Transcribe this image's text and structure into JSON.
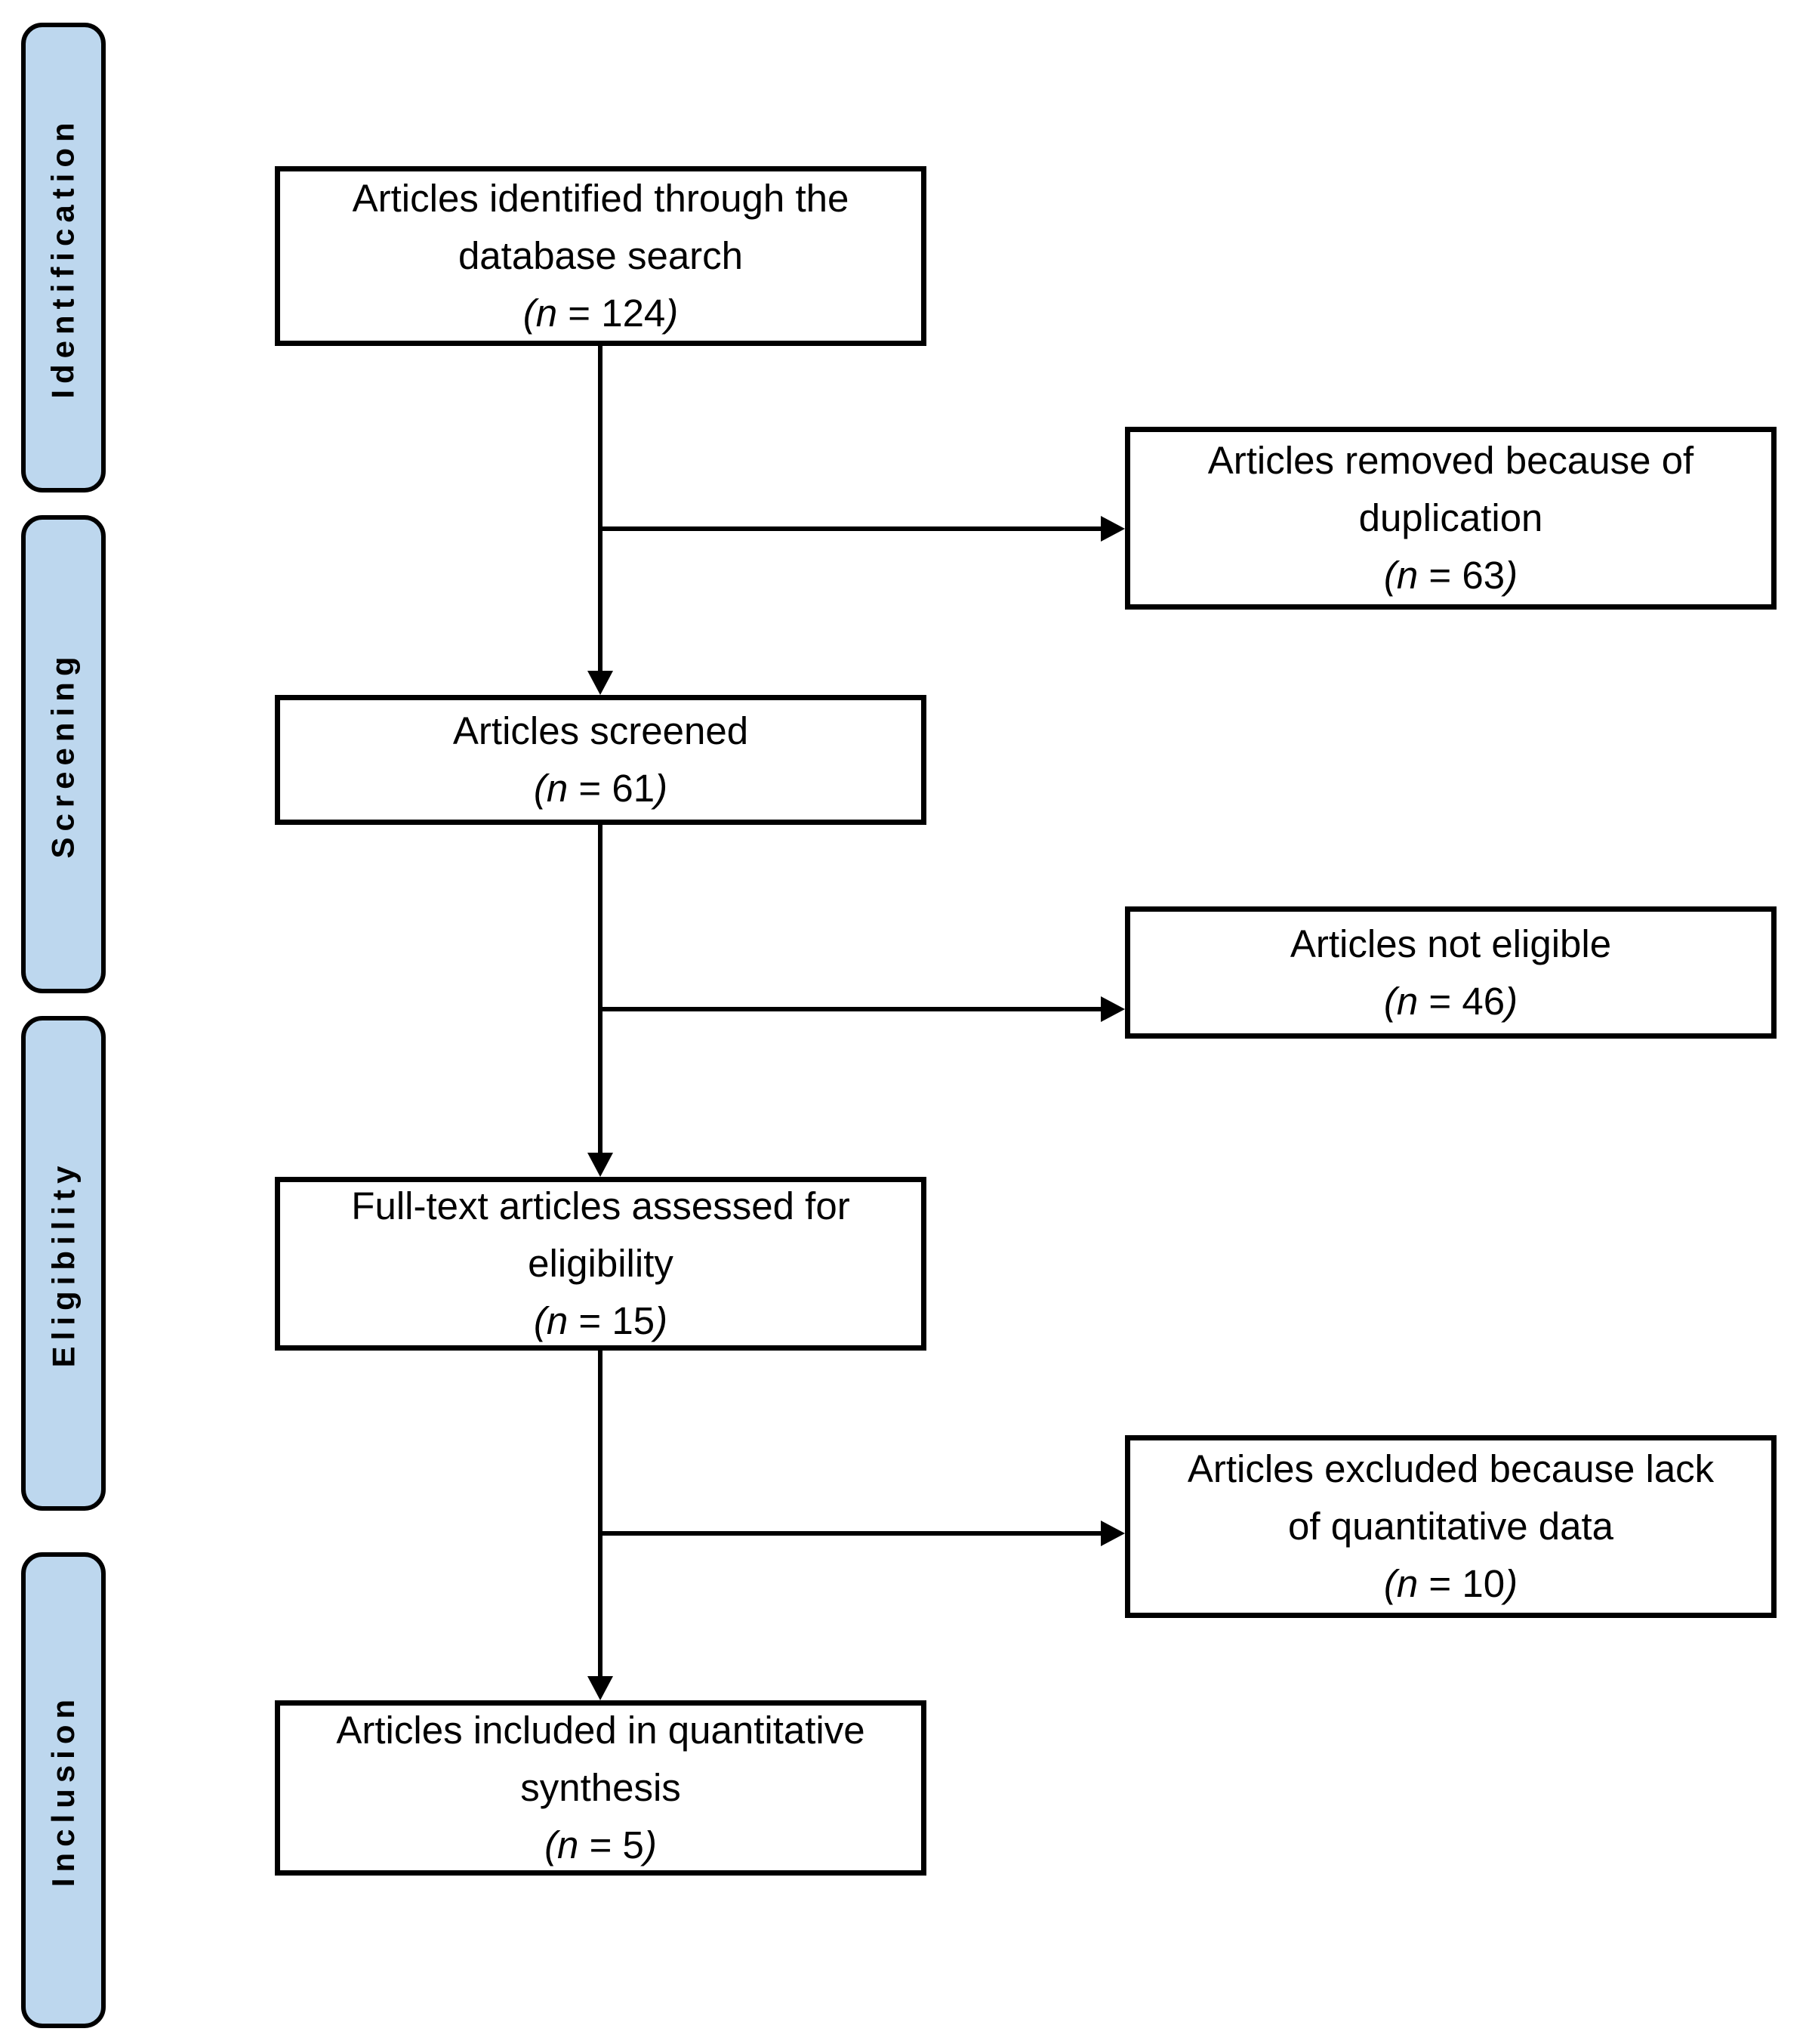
{
  "colors": {
    "background": "#FFFFFF",
    "stage_tab_fill": "#BDD7EE",
    "border": "#000000",
    "text": "#000000"
  },
  "stages": [
    {
      "label": "Identification"
    },
    {
      "label": "Screening"
    },
    {
      "label": "Eligibility"
    },
    {
      "label": "Inclusion"
    }
  ],
  "flow": {
    "identified": {
      "lines": [
        "Articles identified through the",
        "database search"
      ],
      "count": {
        "open": "(n",
        "rest": " = 124",
        "close": ")"
      }
    },
    "removed_duplication": {
      "lines": [
        "Articles removed because of",
        "duplication"
      ],
      "count": {
        "open": "(n",
        "rest": " = 63",
        "close": ")"
      }
    },
    "screened": {
      "lines": [
        "Articles screened"
      ],
      "count": {
        "open": "(n",
        "rest": " = 61",
        "close": ")"
      }
    },
    "not_eligible": {
      "lines": [
        "Articles not eligible"
      ],
      "count": {
        "open": "(n",
        "rest": " = 46",
        "close": ")"
      }
    },
    "fulltext_assessed": {
      "lines": [
        "Full-text articles assessed for",
        "eligibility"
      ],
      "count": {
        "open": "(n",
        "rest": " = 15",
        "close": ")"
      }
    },
    "excluded_no_quantitative_data": {
      "lines": [
        "Articles excluded because lack",
        "of quantitative data"
      ],
      "count": {
        "open": "(n",
        "rest": " = 10",
        "close": ")"
      }
    },
    "included_quantitative_synthesis": {
      "lines": [
        "Articles included in quantitative",
        "synthesis"
      ],
      "count": {
        "open": "(n",
        "rest": " = 5",
        "close": ")"
      }
    }
  }
}
